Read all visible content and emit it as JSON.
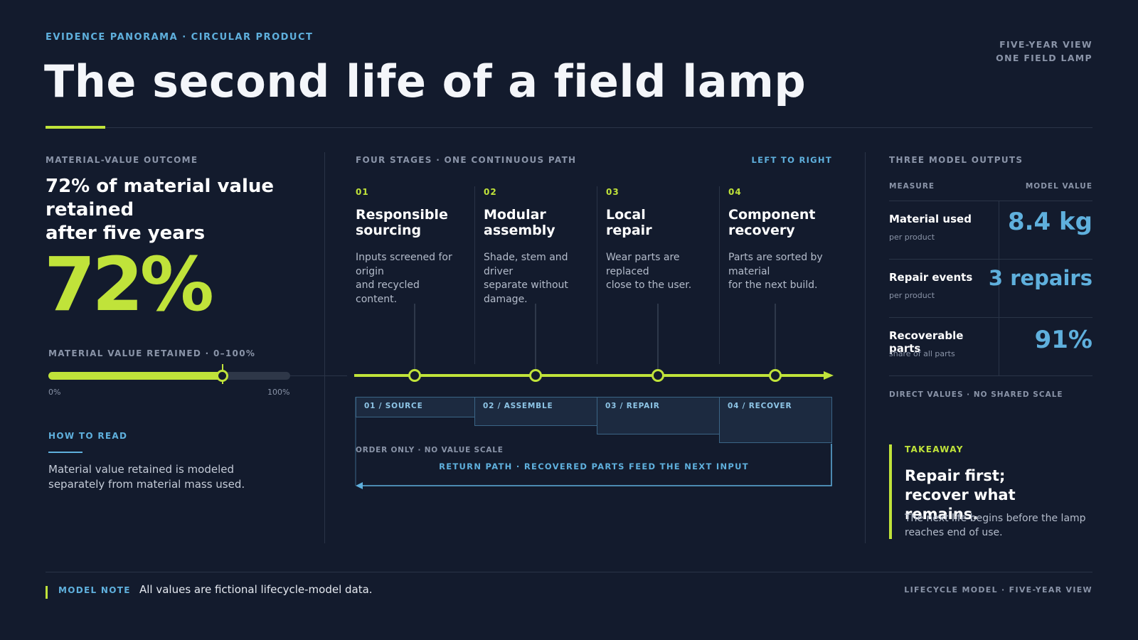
{
  "header": {
    "eyebrow": "EVIDENCE PANORAMA · CIRCULAR PRODUCT",
    "title": "The second life of a field lamp",
    "meta_line1": "FIVE-YEAR VIEW",
    "meta_line2": "ONE FIELD LAMP"
  },
  "outcome": {
    "section_label": "MATERIAL-VALUE OUTCOME",
    "headline_line1": "72% of material value",
    "headline_line2": "retained",
    "headline_line3": "after five years",
    "big_number": "72%",
    "bar_label": "MATERIAL VALUE RETAINED · 0–100%",
    "bar_value_percent": 72,
    "bar_min_label": "0%",
    "bar_max_label": "100%",
    "how_to_read_label": "HOW TO READ",
    "how_to_read_line1": "Material value retained is modeled",
    "how_to_read_line2": "separately from material mass used."
  },
  "stages": {
    "section_label": "FOUR STAGES · ONE CONTINUOUS PATH",
    "direction_label": "LEFT TO RIGHT",
    "items": [
      {
        "num": "01",
        "title_line1": "Responsible",
        "title_line2": "sourcing",
        "desc": [
          "Inputs screened for",
          "origin",
          "and recycled",
          "content."
        ],
        "bar_label": "01 / SOURCE"
      },
      {
        "num": "02",
        "title_line1": "Modular",
        "title_line2": "assembly",
        "desc": [
          "Shade, stem and",
          "driver",
          "separate without",
          "damage."
        ],
        "bar_label": "02 / ASSEMBLE"
      },
      {
        "num": "03",
        "title_line1": "Local",
        "title_line2": "repair",
        "desc": [
          "Wear parts are",
          "replaced",
          "close to the user."
        ],
        "bar_label": "03 / REPAIR"
      },
      {
        "num": "04",
        "title_line1": "Component",
        "title_line2": "recovery",
        "desc": [
          "Parts are sorted by",
          "material",
          "for the next build."
        ],
        "bar_label": "04 / RECOVER"
      }
    ],
    "order_note": "ORDER ONLY · NO VALUE SCALE",
    "return_path_label": "RETURN PATH · RECOVERED PARTS FEED THE NEXT INPUT"
  },
  "outputs": {
    "section_label": "THREE MODEL OUTPUTS",
    "col_measure": "MEASURE",
    "col_value": "MODEL VALUE",
    "rows": [
      {
        "label_line1": "Material used",
        "label_line2": "",
        "sub": "per product",
        "value": "8.4 kg"
      },
      {
        "label_line1": "Repair events",
        "label_line2": "",
        "sub": "per product",
        "value": "3 repairs"
      },
      {
        "label_line1": "Recoverable",
        "label_line2": "parts",
        "sub": "share of all parts",
        "value": "91%"
      }
    ],
    "footnote": "DIRECT VALUES · NO SHARED SCALE",
    "takeaway_label": "TAKEAWAY",
    "takeaway_line1": "Repair first;",
    "takeaway_line2": "recover what",
    "takeaway_line3": "remains.",
    "takeaway_body_line1": "The next life begins before the lamp",
    "takeaway_body_line2": "reaches end of use."
  },
  "footer": {
    "note_label": "MODEL NOTE",
    "note_text": "All values are fictional lifecycle-model data.",
    "right_label": "LIFECYCLE MODEL · FIVE-YEAR VIEW"
  },
  "colors": {
    "background": "#131b2d",
    "accent_lime": "#c0e33a",
    "accent_blue": "#5fb0dd",
    "rule": "#2a3447"
  }
}
